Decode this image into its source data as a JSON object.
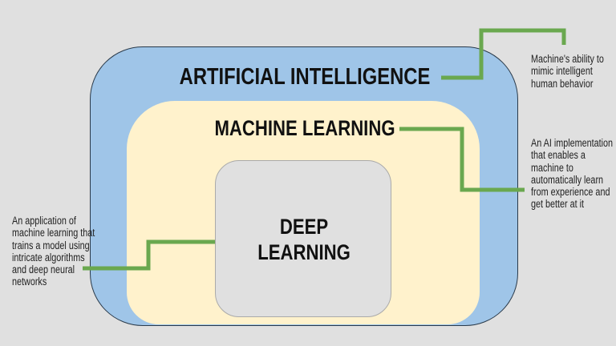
{
  "colors": {
    "ai": "#9fc5e8",
    "ml": "#fff2cc",
    "dl": "#e0e0e0",
    "connector": "#6aa84f"
  },
  "artificial_intelligence": {
    "title": "ARTIFICIAL INTELLIGENCE",
    "description": "Machine's ability to mimic intelligent human behavior"
  },
  "machine_learning": {
    "title": "MACHINE LEARNING",
    "description": "An AI implementation that enables a machine to automatically learn from experience and get better at it"
  },
  "deep_learning": {
    "title": "DEEP LEARNING",
    "description": "An application of machine learning that trains a model using intricate algorithms and deep neural networks"
  }
}
